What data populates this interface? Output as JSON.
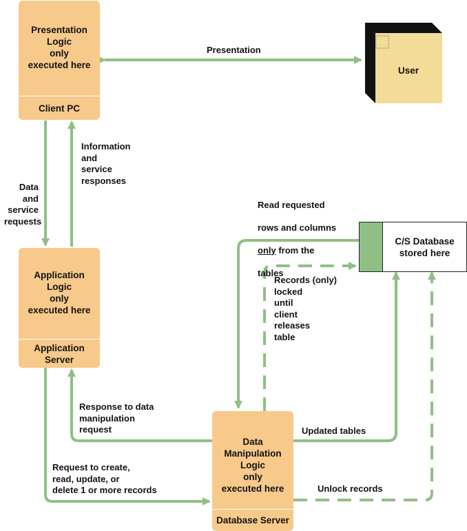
{
  "nodes": {
    "client": {
      "main": "Presentation\nLogic\nonly\nexecuted here",
      "sub": "Client PC"
    },
    "app": {
      "main": "Application\nLogic\nonly\nexecuted here",
      "sub": "Application\nServer"
    },
    "dbserver": {
      "main": "Data\nManipulation\nLogic\nonly\nexecuted here",
      "sub": "Database Server"
    }
  },
  "user": {
    "label": "User"
  },
  "database": {
    "label": "C/S Database\nstored here"
  },
  "edges": {
    "presentation": "Presentation",
    "information": "Information\nand\nservice\nresponses",
    "data_requests": "Data\nand\nservice\nrequests",
    "read_rows": {
      "line1": "Read requested",
      "line2": "rows and columns",
      "line3_underlined": "only",
      "line3_rest": " from the",
      "line4": "tables"
    },
    "records_locked": "Records (only)\nlocked\nuntil\nclient\nreleases\ntable",
    "response": "Response to data\nmanipulation\nrequest",
    "updated_tables": "Updated tables",
    "request_create": "Request to create,\nread, update, or\ndelete 1 or more records",
    "unlock_records": "Unlock records"
  },
  "colors": {
    "node_fill": "#f7c98a",
    "arrow": "#8fbf85",
    "user_face": "#f2dc98",
    "user_side": "#111111",
    "db_tab": "#8fbf85"
  }
}
